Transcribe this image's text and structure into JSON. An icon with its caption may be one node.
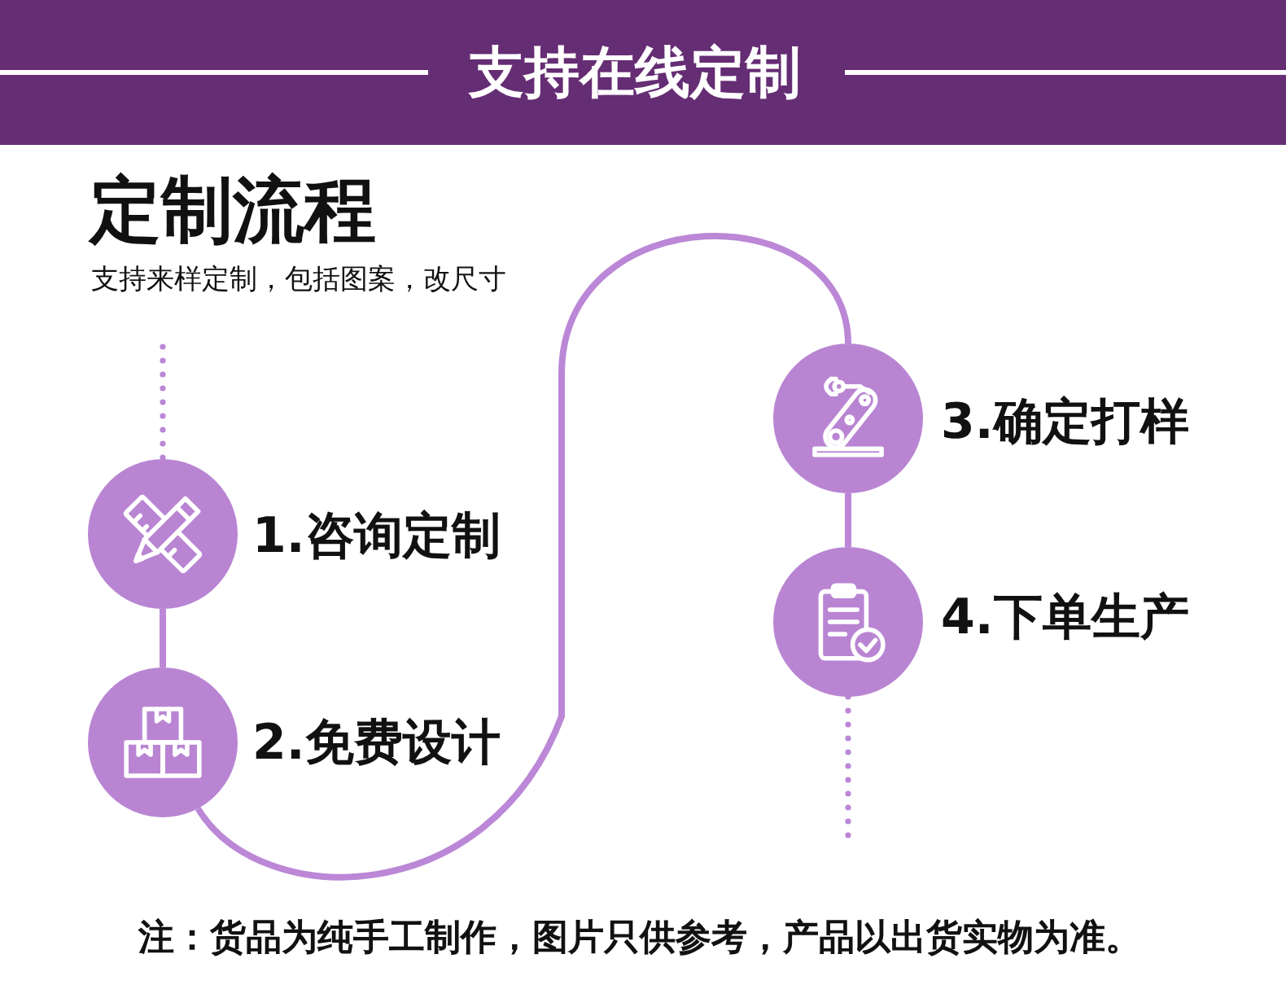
{
  "diagram": {
    "title": "支持在线定制",
    "nodes": [
      {
        "text": [],
        "shape": "circle",
        "beside": [
          "1.咨询定制"
        ]
      },
      {
        "text": [],
        "shape": "circle",
        "beside": [
          "2.免费设计"
        ]
      },
      {
        "text": [],
        "shape": "circle",
        "beside": [
          "3.确定打样"
        ]
      },
      {
        "text": [],
        "shape": "circle",
        "beside": [
          "4.下单生产"
        ]
      }
    ],
    "edges": [
      {
        "from": null,
        "to": 0,
        "arrow": "none",
        "style": "dashed"
      },
      {
        "from": 0,
        "to": 1,
        "arrow": "none"
      },
      {
        "from": 1,
        "to": 2,
        "arrow": "none"
      },
      {
        "from": 2,
        "to": 3,
        "arrow": "none"
      },
      {
        "from": 3,
        "to": null,
        "arrow": "none",
        "style": "dashed"
      }
    ],
    "labels": [
      "定制流程",
      "支持来样定制，包括图案，改尺寸",
      "注：货品为纯手工制作，图片只供参考，产品以出货实物为准。"
    ]
  }
}
